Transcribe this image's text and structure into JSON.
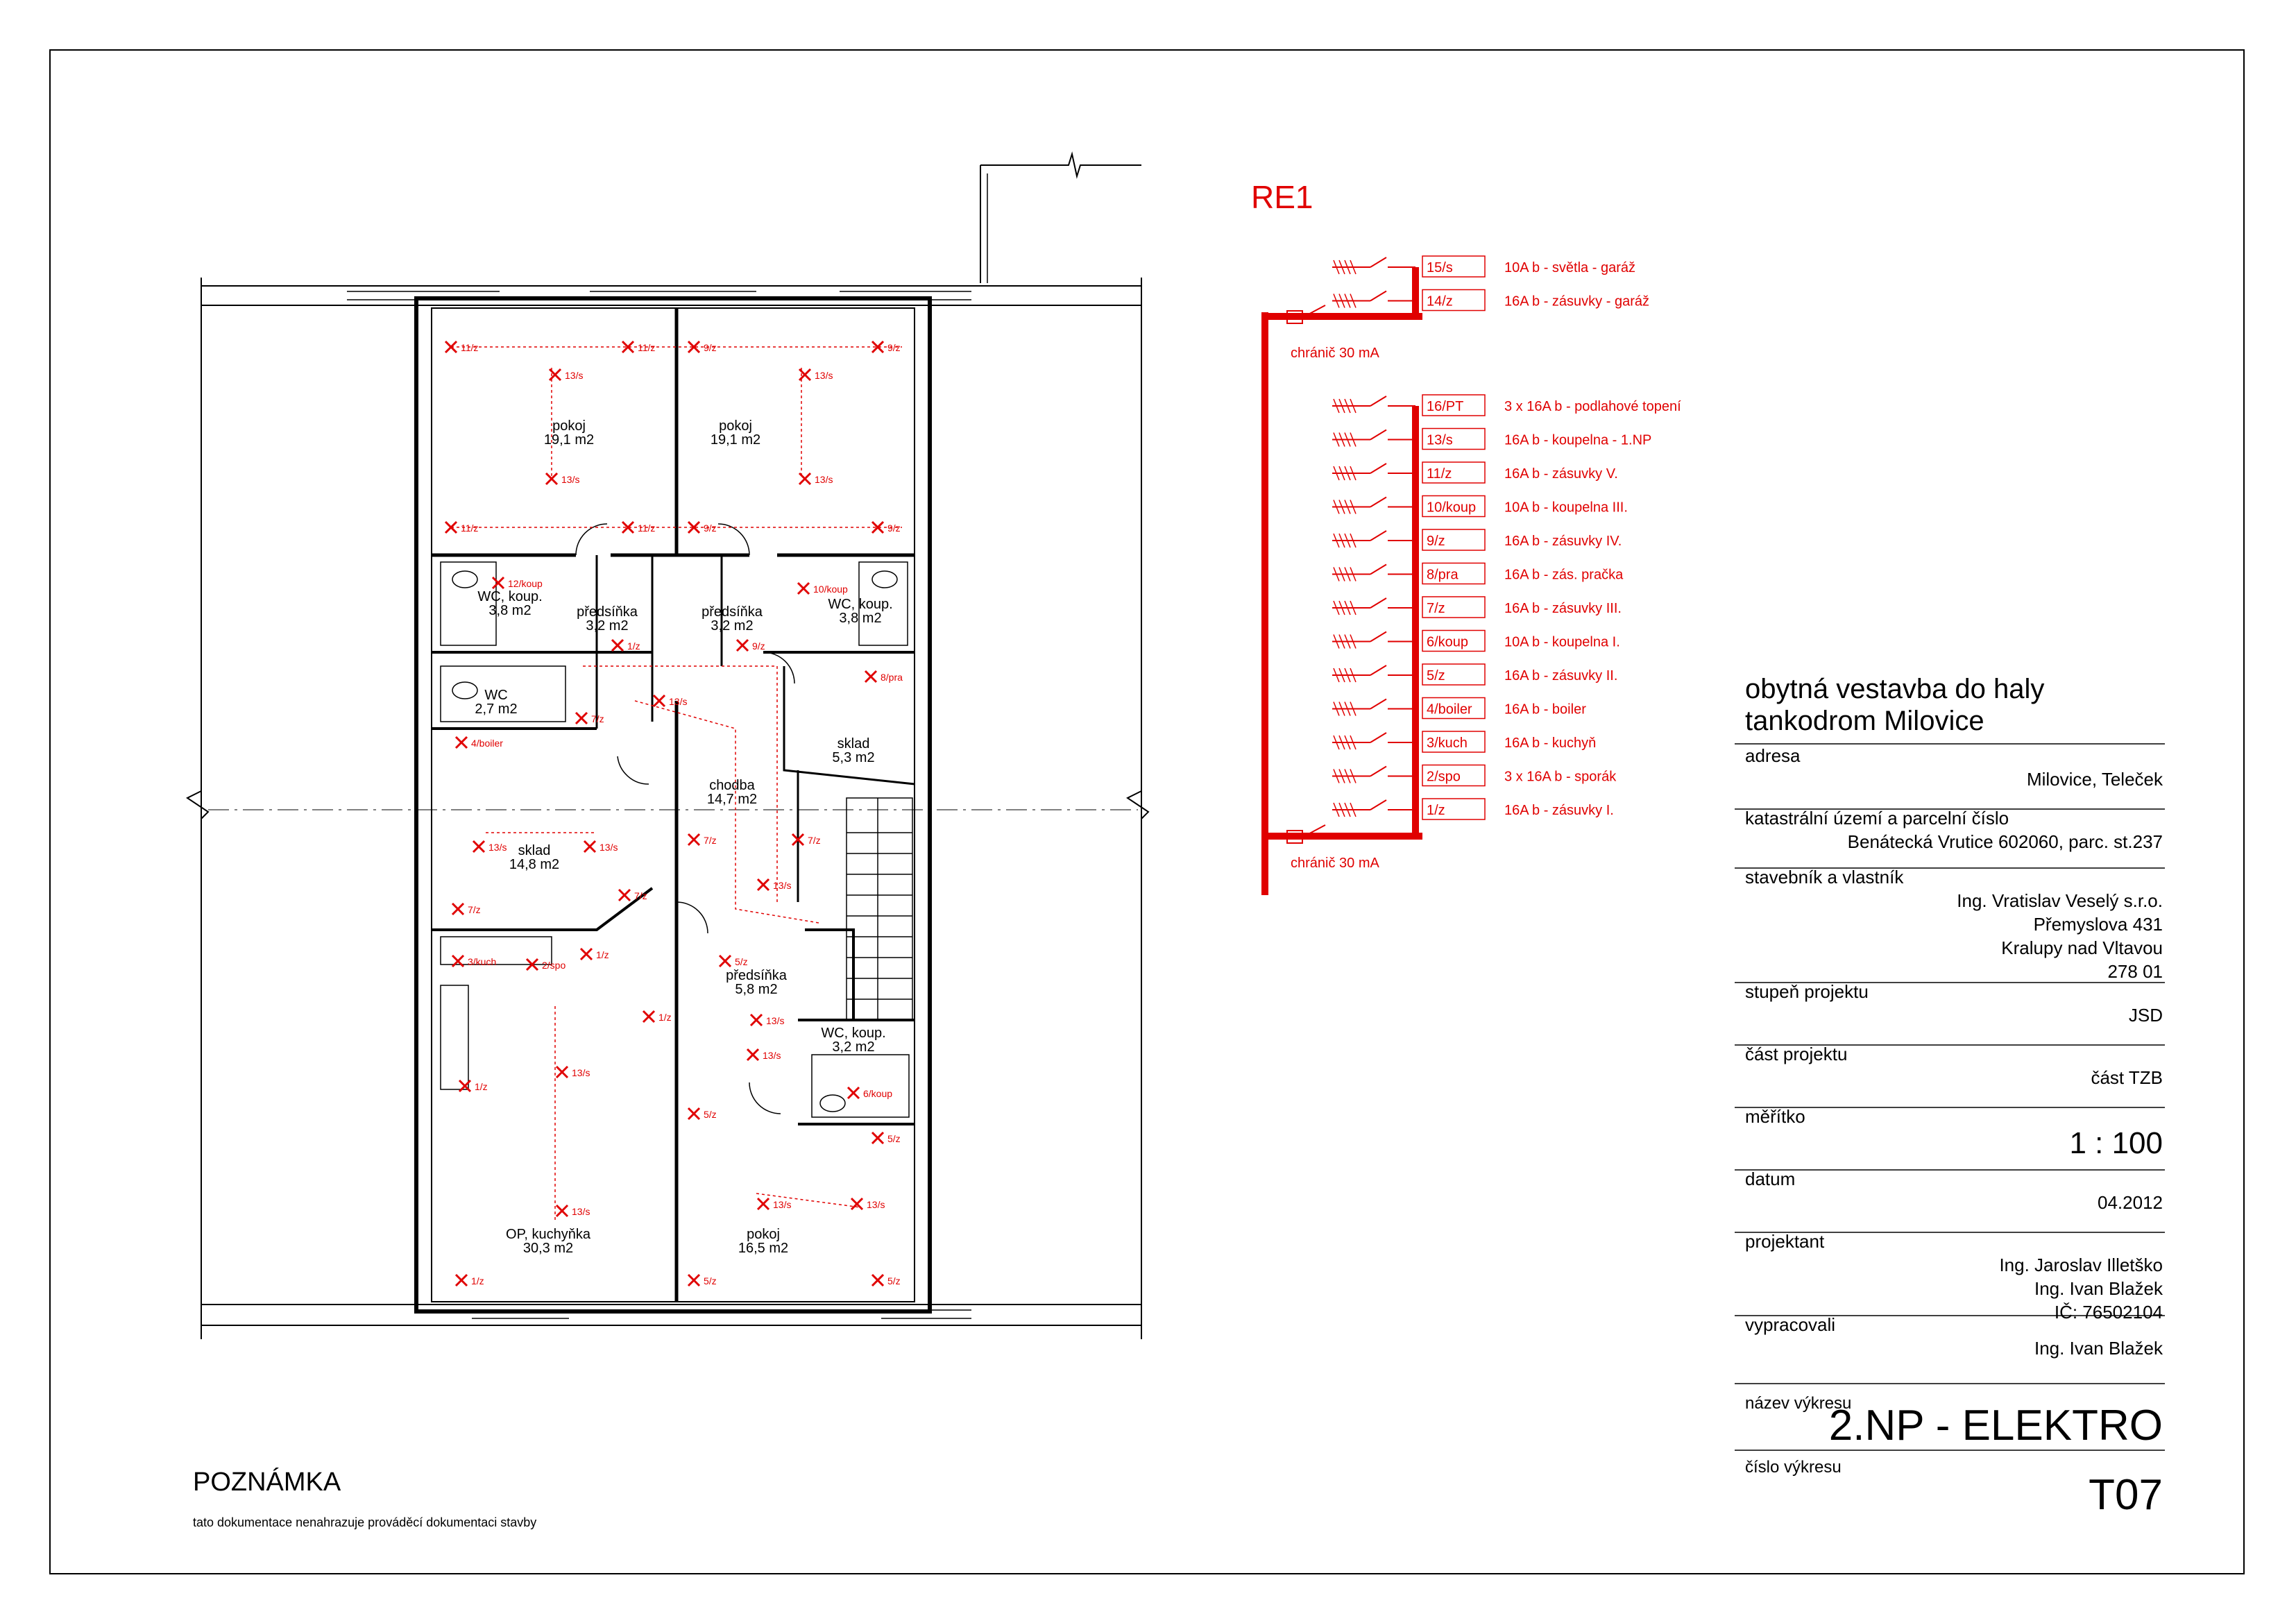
{
  "distribution_board": {
    "title": "RE1",
    "upper_group": {
      "breaker_label": "chránič 30 mA",
      "circuits": [
        {
          "id": "15/s",
          "desc": "10A b - světla - garáž"
        },
        {
          "id": "14/z",
          "desc": "16A b - zásuvky  - garáž"
        }
      ]
    },
    "lower_group": {
      "breaker_label": "chránič 30 mA",
      "circuits": [
        {
          "id": "16/PT",
          "desc": "3 x 16A b - podlahové topení"
        },
        {
          "id": "13/s",
          "desc": "16A b - koupelna - 1.NP"
        },
        {
          "id": "11/z",
          "desc": "16A b - zásuvky V."
        },
        {
          "id": "10/koup",
          "desc": "10A b - koupelna III."
        },
        {
          "id": "9/z",
          "desc": "16A b - zásuvky IV."
        },
        {
          "id": "8/pra",
          "desc": "16A b - zás. pračka"
        },
        {
          "id": "7/z",
          "desc": "16A b - zásuvky III."
        },
        {
          "id": "6/koup",
          "desc": "10A b - koupelna I."
        },
        {
          "id": "5/z",
          "desc": "16A b - zásuvky II."
        },
        {
          "id": "4/boiler",
          "desc": "16A b - boiler"
        },
        {
          "id": "3/kuch",
          "desc": "16A b - kuchyň"
        },
        {
          "id": "2/spo",
          "desc": "3 x 16A b - sporák"
        },
        {
          "id": "1/z",
          "desc": "16A b - zásuvky I."
        }
      ]
    }
  },
  "rooms": [
    {
      "name": "pokoj",
      "area": "19,1 m2"
    },
    {
      "name": "pokoj",
      "area": "19,1 m2"
    },
    {
      "name": "WC, koup.",
      "area": "3,8 m2"
    },
    {
      "name": "předsíňka",
      "area": "3,2 m2"
    },
    {
      "name": "předsíňka",
      "area": "3,2 m2"
    },
    {
      "name": "WC, koup.",
      "area": "3,8 m2"
    },
    {
      "name": "WC",
      "area": "2,7 m2"
    },
    {
      "name": "sklad",
      "area": "5,3 m2"
    },
    {
      "name": "chodba",
      "area": "14,7 m2"
    },
    {
      "name": "sklad",
      "area": "14,8 m2"
    },
    {
      "name": "předsíňka",
      "area": "5,8 m2"
    },
    {
      "name": "WC, koup.",
      "area": "3,2 m2"
    },
    {
      "name": "OP, kuchyňka",
      "area": "30,3 m2"
    },
    {
      "name": "pokoj",
      "area": "16,5 m2"
    }
  ],
  "circuit_marks": [
    "11/z",
    "11/z",
    "9/z",
    "9/z",
    "13/s",
    "13/s",
    "13/s",
    "13/s",
    "11/z",
    "11/z",
    "9/z",
    "9/z",
    "12/koup",
    "10/koup",
    "1/z",
    "9/z",
    "13/s",
    "8/pra",
    "7/z",
    "4/boiler",
    "13/s",
    "13/s",
    "7/z",
    "7/z",
    "13/s",
    "7/z",
    "7/z",
    "3/kuch",
    "2/spo",
    "1/z",
    "1/z",
    "5/z",
    "13/s",
    "13/s",
    "1/z",
    "13/s",
    "13/s",
    "6/koup",
    "5/z",
    "5/z",
    "13/s",
    "13/s",
    "1/z",
    "5/z",
    "5/z"
  ],
  "title_block": {
    "project_title_line1": "obytná vestavba do haly",
    "project_title_line2": "tankodrom Milovice",
    "fields": [
      {
        "label": "adresa",
        "values": [
          "Milovice, Teleček"
        ]
      },
      {
        "label": "katastrální území a parcelní číslo",
        "values": [
          "Benátecká Vrutice 602060, parc. st.237"
        ]
      },
      {
        "label": "stavebník a vlastník",
        "values": [
          "Ing. Vratislav Veselý s.r.o.",
          "Přemyslova 431",
          "Kralupy nad Vltavou",
          "278 01"
        ]
      },
      {
        "label": "stupeň projektu",
        "values": [
          "JSD"
        ]
      },
      {
        "label": "část projektu",
        "values": [
          "část TZB"
        ]
      },
      {
        "label": "měřítko",
        "values": [
          "1 : 100"
        ]
      },
      {
        "label": "datum",
        "values": [
          "04.2012"
        ]
      },
      {
        "label": "projektant",
        "values": [
          "Ing. Jaroslav Illetško",
          "Ing. Ivan Blažek",
          "IČ: 76502104"
        ]
      },
      {
        "label": "vypracovali",
        "values": [
          "Ing. Ivan Blažek"
        ]
      }
    ],
    "drawing_name_label": "název výkresu",
    "drawing_name": "2.NP - ELEKTRO",
    "drawing_number_label": "číslo výkresu",
    "drawing_number": "T07"
  },
  "note": {
    "heading": "POZNÁMKA",
    "text": "tato dokumentace nenahrazuje prováděcí dokumentaci stavby"
  }
}
